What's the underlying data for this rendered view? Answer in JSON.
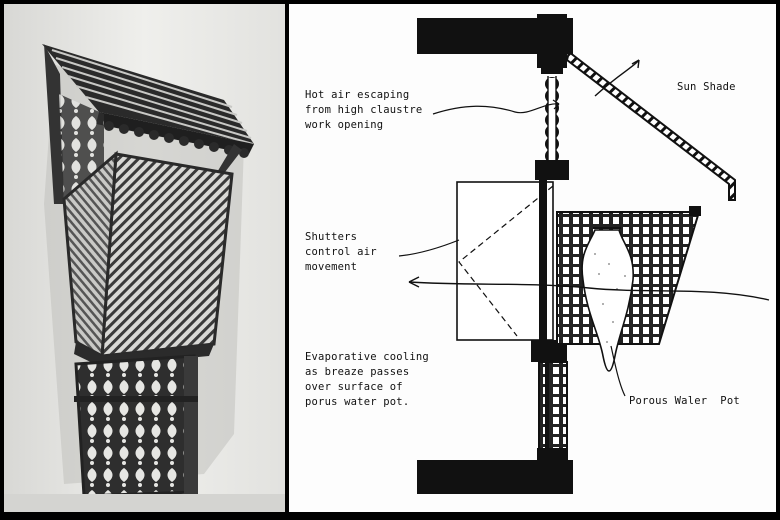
{
  "photo": {
    "subject": "Mashrabiya balcony photograph"
  },
  "diagram": {
    "labels": {
      "sun_shade": "Sun Shade",
      "hot_air": "Hot air escaping\nfrom high claustre\nwork opening",
      "shutters": "Shutters\ncontrol air\nmovement",
      "evaporative": "Evaporative cooling\nas breaze passes\nover surface of\nporus water pot.",
      "porous_pot": "Porous Waler  Pot"
    }
  }
}
